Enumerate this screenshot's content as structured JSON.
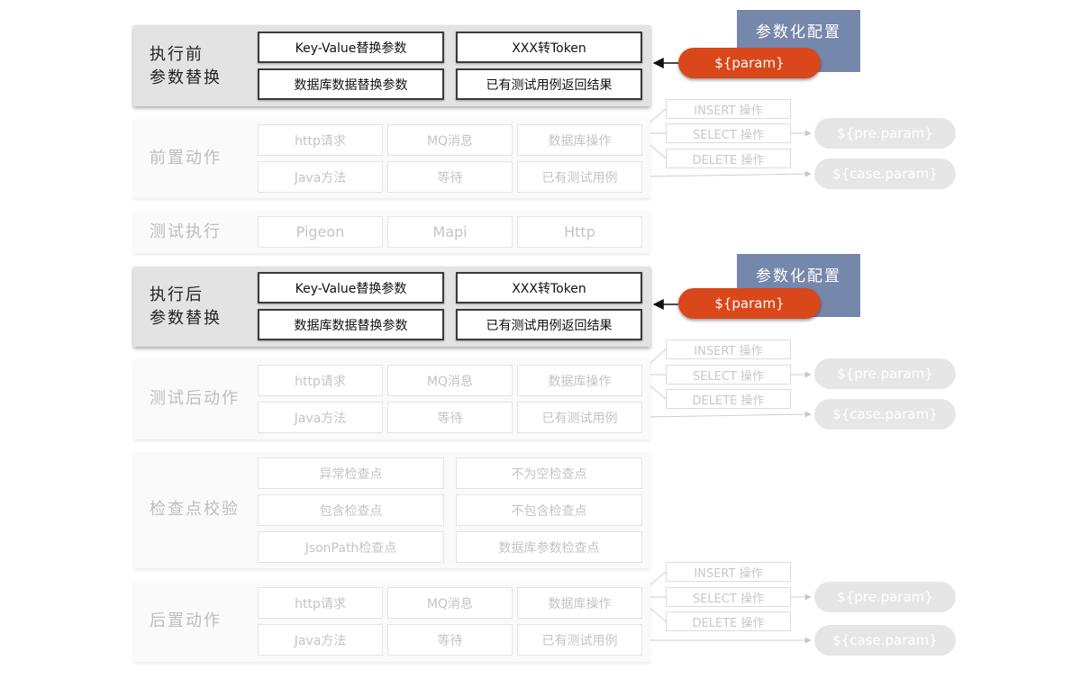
{
  "colors": {
    "param_orange": "#d9471a",
    "config_blue": "#7687ac",
    "faded_text": "#c4c4c4"
  },
  "sections": [
    {
      "label": "执行前\n参数替换",
      "cells": [
        "Key-Value替换参数",
        "XXX转Token",
        "数据库数据替换参数",
        "已有测试用例返回结果"
      ]
    },
    {
      "label": "前置动作",
      "cells": [
        "http请求",
        "MQ消息",
        "数据库操作",
        "Java方法",
        "等待",
        "已有测试用例"
      ]
    },
    {
      "label": "测试执行",
      "cells": [
        "Pigeon",
        "Mapi",
        "Http"
      ]
    },
    {
      "label": "执行后\n参数替换",
      "cells": [
        "Key-Value替换参数",
        "XXX转Token",
        "数据库数据替换参数",
        "已有测试用例返回结果"
      ]
    },
    {
      "label": "测试后动作",
      "cells": [
        "http请求",
        "MQ消息",
        "数据库操作",
        "Java方法",
        "等待",
        "已有测试用例"
      ]
    },
    {
      "label": "检查点校验",
      "cells": [
        "异常检查点",
        "不为空检查点",
        "包含检查点",
        "不包含检查点",
        "JsonPath检查点",
        "数据库参数检查点"
      ]
    },
    {
      "label": "后置动作",
      "cells": [
        "http请求",
        "MQ消息",
        "数据库操作",
        "Java方法",
        "等待",
        "已有测试用例"
      ]
    }
  ],
  "db_ops": [
    "INSERT 操作",
    "SELECT 操作",
    "DELETE 操作"
  ],
  "pills": {
    "pre_param": "${pre.param}",
    "case_param": "${case.param}"
  },
  "param_config": {
    "title": "参数化配置",
    "param": "${param}"
  }
}
